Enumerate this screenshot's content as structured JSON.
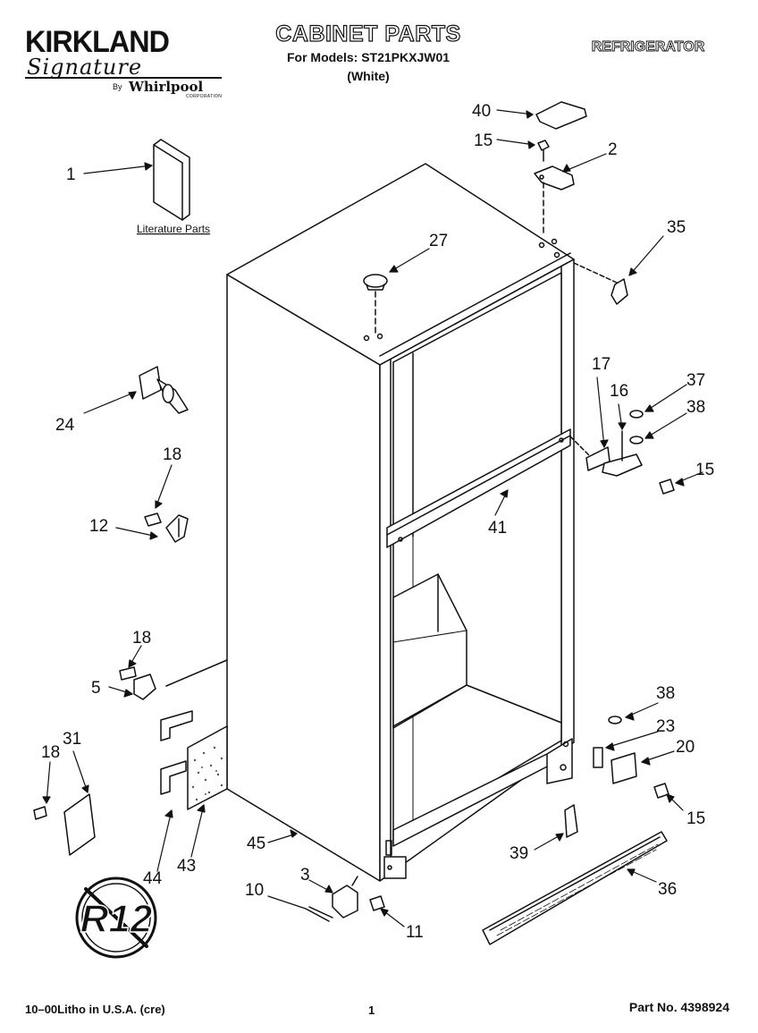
{
  "brand": {
    "name": "KIRKLAND",
    "signature": "Signature",
    "by": "By",
    "maker": "Whirlpool",
    "maker_sub": "CORPORATION"
  },
  "header": {
    "title": "CABINET PARTS",
    "models": "For Models: ST21PKXJW01",
    "color": "(White)",
    "appliance": "REFRIGERATOR"
  },
  "diagram": {
    "literature_label": "Literature Parts",
    "refrigerant_badge": "R12",
    "callouts": [
      "40",
      "15",
      "2",
      "1",
      "35",
      "27",
      "17",
      "16",
      "37",
      "38",
      "24",
      "18",
      "12",
      "15",
      "41",
      "18",
      "5",
      "38",
      "23",
      "20",
      "31",
      "18",
      "15",
      "45",
      "39",
      "44",
      "43",
      "3",
      "36",
      "10",
      "11"
    ]
  },
  "footer": {
    "litho": "10–00Litho in U.S.A. (cre)",
    "page": "1",
    "part_no": "Part No. 4398924"
  }
}
